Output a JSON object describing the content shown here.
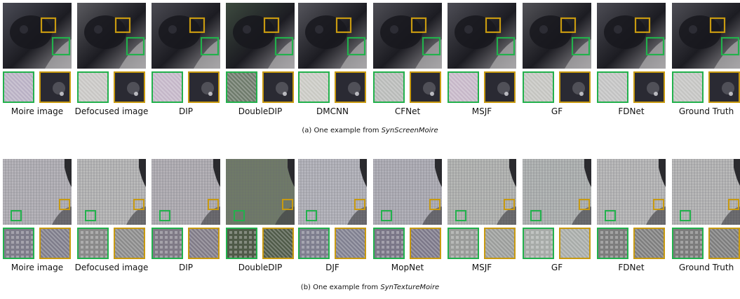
{
  "rows": [
    {
      "caption_prefix": "(a) One example from ",
      "caption_dataset": "SynScreenMoire",
      "methods": [
        "Moire image",
        "Defocused image",
        "DIP",
        "DoubleDIP",
        "DMCNN",
        "CFNet",
        "MSJF",
        "GF",
        "FDNet",
        "Ground Truth"
      ],
      "scene": "dark",
      "tints": [
        "#4a4b55",
        "#5a5a5f",
        "#4a4a52",
        "#3d4a3f",
        "#55555c",
        "#4e4e55",
        "#4d4d55",
        "#525257",
        "#4c4c54",
        "#4e4e55"
      ],
      "crop_tints": [
        "#b9b0c4",
        "#c8c6c4",
        "#c4b6c8",
        "#6e7a6b",
        "#c9c9c3",
        "#b8bab8",
        "#c6b7c8",
        "#c4c4c0",
        "#c2c2c2",
        "#c4c4c2"
      ]
    },
    {
      "caption_prefix": "(b) One example from ",
      "caption_dataset": "SynTextureMoire",
      "methods": [
        "Moire image",
        "Defocused image",
        "DIP",
        "DoubleDIP",
        "DJF",
        "MopNet",
        "MSJF",
        "GF",
        "FDNet",
        "Ground Truth"
      ],
      "scene": "texture",
      "tints": [
        "#b8b6bc",
        "#bdbdbd",
        "#b7b4b9",
        "#6f7a68",
        "#b9b9c0",
        "#b4b3bb",
        "#b9bab8",
        "#b5b9b8",
        "#bebebe",
        "#bcbcbc"
      ],
      "crop_tints": [
        "#7e7c8a",
        "#8a8a8a",
        "#7f7a86",
        "#4f5a48",
        "#7f7f8f",
        "#7b7788",
        "#9a9c9a",
        "#a7aba8",
        "#7d7d7d",
        "#7c7c7c"
      ]
    }
  ],
  "colors": {
    "green_box": "#22b14c",
    "orange_box": "#c89a10"
  }
}
